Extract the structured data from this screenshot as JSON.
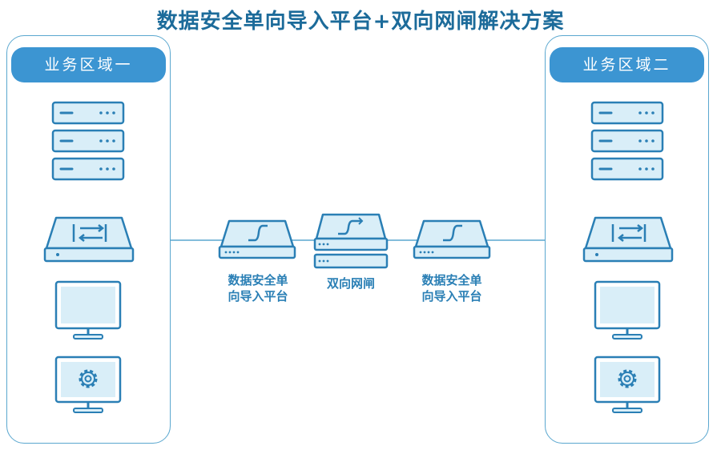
{
  "title": "数据安全单向导入平台+双向网闸解决方案",
  "zones": {
    "left": {
      "label": "业务区域一"
    },
    "right": {
      "label": "业务区域二"
    }
  },
  "devices": {
    "import_left": {
      "label_line1": "数据安全单",
      "label_line2": "向导入平台"
    },
    "gateway": {
      "label": "双向网闸"
    },
    "import_right": {
      "label_line1": "数据安全单",
      "label_line2": "向导入平台"
    }
  },
  "icons": [
    "server-stack-icon",
    "switch-icon",
    "monitor-icon",
    "settings-monitor-icon",
    "one-way-device-icon",
    "gateway-device-icon"
  ],
  "colors": {
    "stroke": "#2a7fb5",
    "fill": "#d9eef8",
    "header": "#3c95d2",
    "title": "#1c6b9a"
  }
}
